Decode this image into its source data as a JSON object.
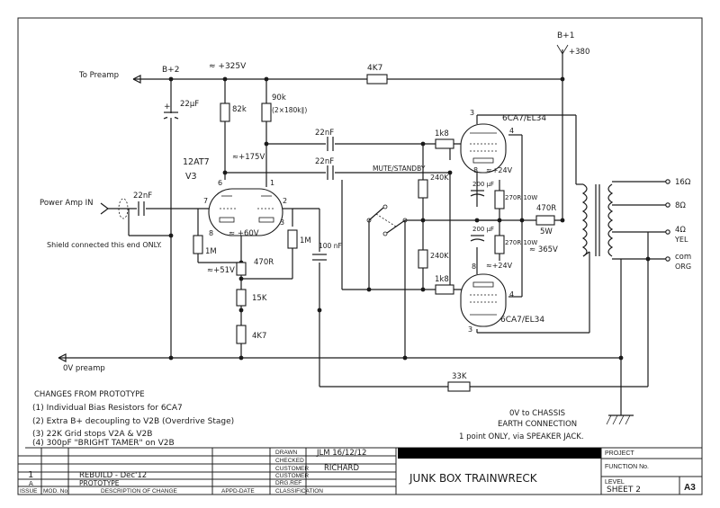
{
  "colors": {
    "ink": "#1a1a1a",
    "paper": "#ffffff",
    "redaction": "#000000"
  },
  "labels": {
    "to_preamp": "To Preamp",
    "b2": "B+2",
    "b2_voltage": "≈ +325V",
    "r_4k7_top": "4K7",
    "b1": "B+1",
    "b1_voltage": "+380",
    "c_22uf": "22μF",
    "r_82k": "82k",
    "r_90k": "90k",
    "r_90k_note": "(2×180k∥)",
    "v_175": "≈+175V",
    "tube_12at7": "12AT7",
    "tube_v3": "V3",
    "c_22nf_a": "22nF",
    "c_22nf_b": "22nF",
    "c_22nf_in": "22nF",
    "mute_standby": "MUTE/STANDBY",
    "r_240k_a": "240K",
    "r_240k_b": "240K",
    "r_1k8_a": "1k8",
    "r_1k8_b": "1k8",
    "tube_6ca7_top": "6CA7/EL34",
    "tube_6ca7_bot": "6CA7/EL34",
    "v_24_top": "≈+24V",
    "v_24_bot": "≈+24V",
    "c_200uf_a": "200 μF",
    "c_200uf_b": "200 μF",
    "r_270r_a": "270R 10W",
    "r_270r_b": "270R 10W",
    "r_470r_5w": "470R",
    "r_470r_5w_rating": "5W",
    "v_365": "≈ 365V",
    "out_16": "16Ω",
    "out_8": "8Ω",
    "out_4": "4Ω",
    "out_yel": "YEL",
    "out_com": "com",
    "out_org": "ORG",
    "power_amp_in": "Power Amp IN",
    "shield_note": "Shield connected this end ONLY.",
    "pin_7": "7",
    "pin_6": "6",
    "pin_1": "1",
    "pin_2": "2",
    "pin_8": "8",
    "pin_3": "3",
    "pin_3a": "3",
    "pin_4a": "4",
    "pin_8a": "8",
    "pin_3b": "3",
    "pin_4b": "4",
    "pin_8b": "8",
    "v_60": "≈ +60V",
    "r_1m_a": "1M",
    "r_1m_b": "1M",
    "v_51": "≈+51V",
    "r_470r": "470R",
    "r_15k": "15K",
    "r_4k7_bot": "4K7",
    "c_100nf": "100 nF",
    "zero_v": "0V preamp",
    "r_33k": "33K",
    "chassis_note_1": "0V to CHASSIS",
    "chassis_note_2": "EARTH CONNECTION",
    "chassis_note_3": "1 point ONLY, via SPEAKER JACK."
  },
  "changes": {
    "heading": "CHANGES FROM PROTOTYPE",
    "items": [
      "(1) Individual Bias Resistors for 6CA7",
      "(2) Extra B+ decoupling to V2B (Overdrive Stage)",
      "(3) 22K Grid stops V2A & V2B",
      "(4) 300pF \"BRIGHT TAMER\" on V2B"
    ]
  },
  "title_block": {
    "drawn_label": "DRAWN",
    "drawn_value": "JLM 16/12/12",
    "checked_label": "CHECKED",
    "customer_label_1": "CUSTOMER",
    "customer_value": "RICHARD",
    "customer_label_2": "CUSTOMER",
    "drg_ref_label": "DRG.REF",
    "classification_label": "CLASSIFICATION",
    "project_label": "PROJECT",
    "function_label": "FUNCTION No.",
    "level_label": "LEVEL",
    "sheet_value": "SHEET 2",
    "size": "A3",
    "title": "JUNK BOX TRAINWRECK",
    "issue_header": "ISSUE",
    "mod_header": "MOD. No.",
    "desc_header": "DESCRIPTION OF CHANGE",
    "appd_header": "APPD-DATE",
    "rev_issue": "1",
    "rev_mod": "A",
    "rev_desc_1": "REBUILD - Dec'12",
    "rev_desc_2": "PROTOTYPE"
  }
}
